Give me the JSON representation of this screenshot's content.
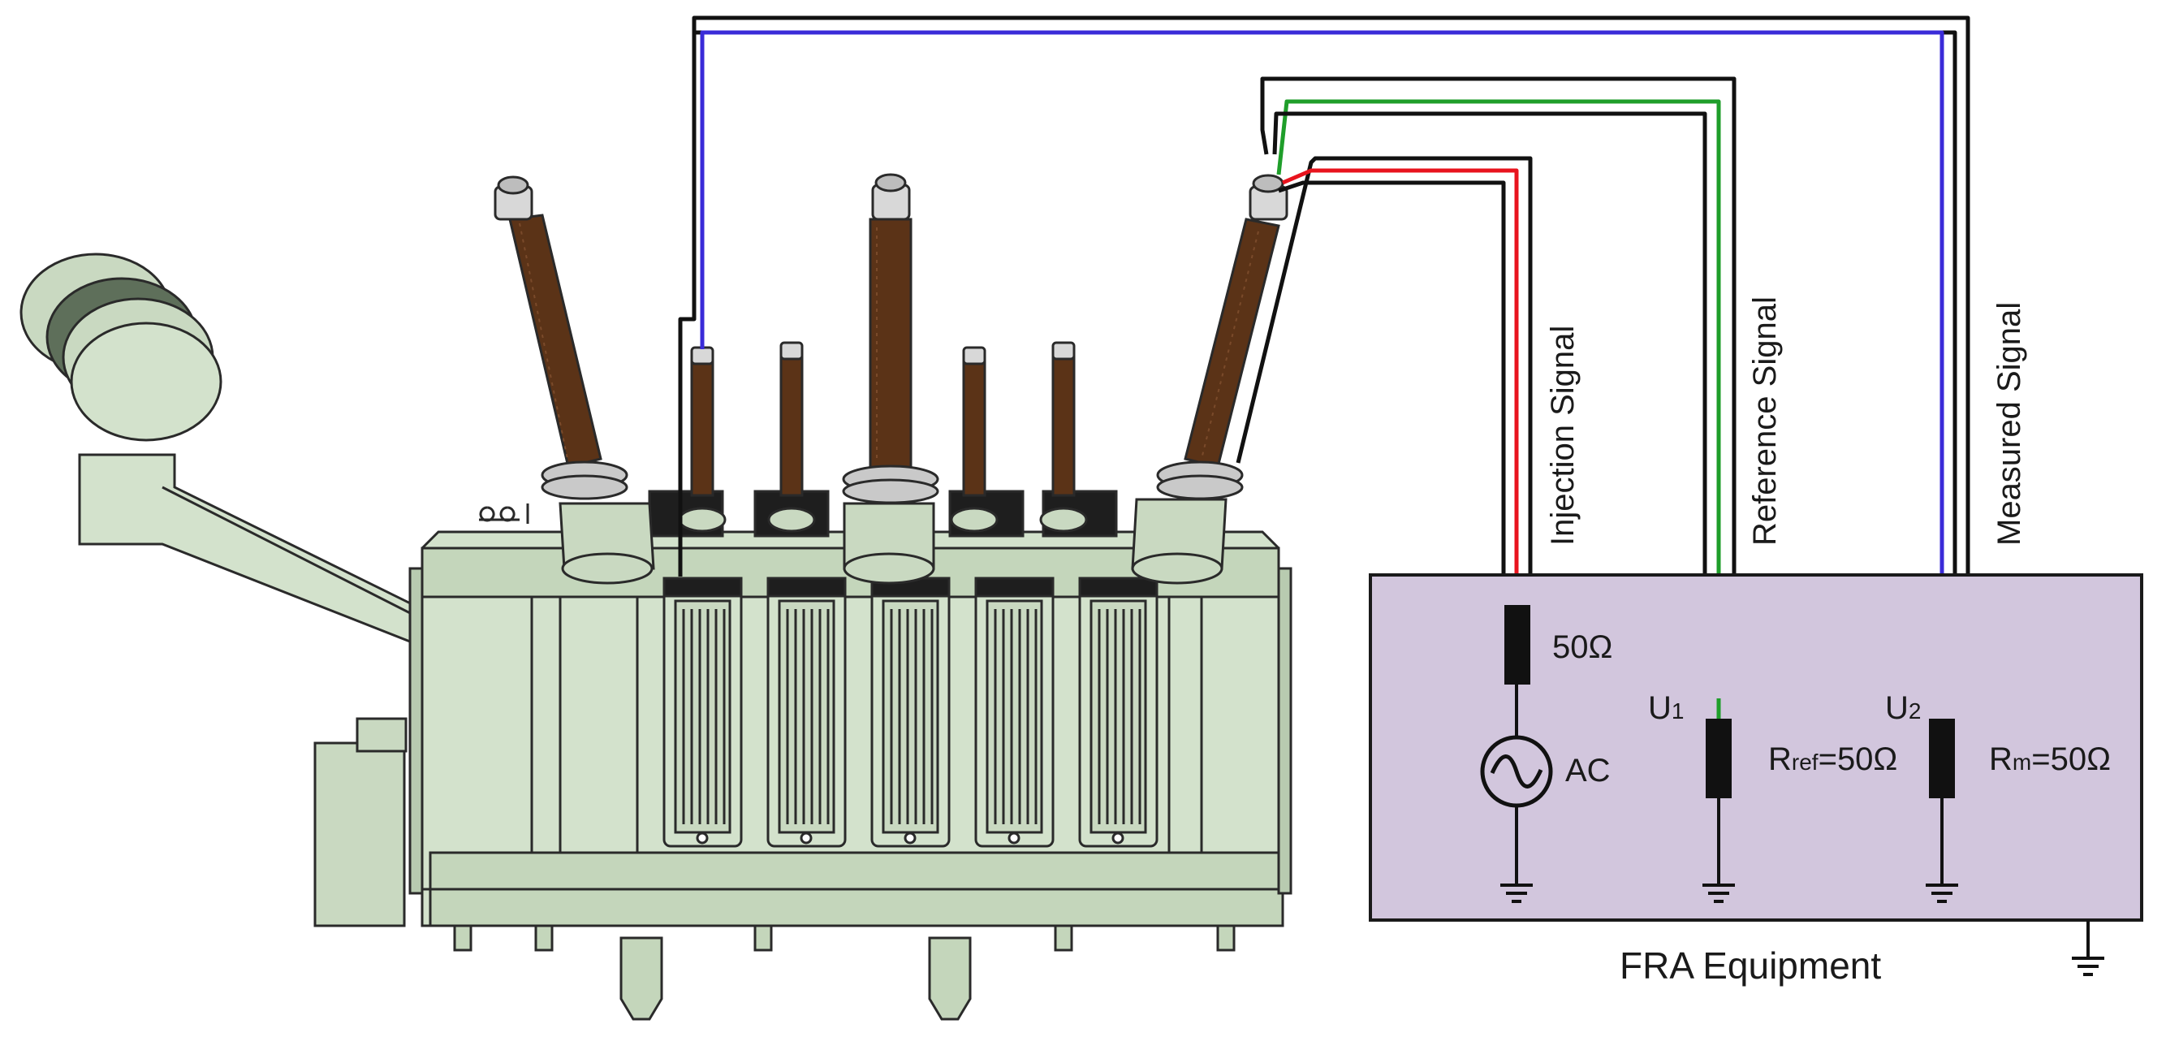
{
  "diagram": {
    "title": "FRA Equipment",
    "signals": {
      "injection": "Injection Signal",
      "reference": "Reference Signal",
      "measured": "Measured Signal"
    },
    "components": {
      "source_resistor": "50Ω",
      "source_label": "AC",
      "u1_main": "U",
      "u1_sub": "1",
      "u2_main": "U",
      "u2_sub": "2",
      "rref_main": "R",
      "rref_sub": "ref",
      "rref_value": "=50Ω",
      "rm_main": "R",
      "rm_sub": "m",
      "rm_value": "=50Ω"
    },
    "colors": {
      "injection_wire": "#e8141e",
      "reference_wire": "#1f9e2a",
      "measured_wire": "#3a2bd8",
      "shield_wire": "#111111",
      "box_fill": "#d2c6dd",
      "tank": "#d3e2cc",
      "bushing": "#5b3317"
    }
  }
}
